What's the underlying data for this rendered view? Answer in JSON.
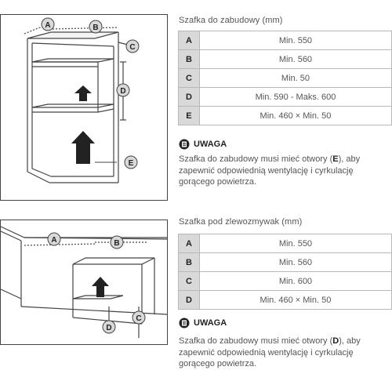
{
  "section1": {
    "caption": "Szafka do zabudowy (mm)",
    "diagram_labels": [
      "A",
      "B",
      "C",
      "D",
      "E"
    ],
    "rows": [
      {
        "key": "A",
        "value": "Min. 550"
      },
      {
        "key": "B",
        "value": "Min. 560"
      },
      {
        "key": "C",
        "value": "Min. 50"
      },
      {
        "key": "D",
        "value": "Min. 590 - Maks. 600"
      },
      {
        "key": "E",
        "value": "Min. 460 × Min. 50"
      }
    ],
    "note_title": "UWAGA",
    "note_before": "Szafka do zabudowy musi mieć otwory (",
    "note_key": "E",
    "note_after": "), aby zapewnić odpowiednią wentylację i cyrkulację gorącego powietrza."
  },
  "section2": {
    "caption": "Szafka pod zlewozmywak (mm)",
    "diagram_labels": [
      "A",
      "B",
      "C",
      "D"
    ],
    "rows": [
      {
        "key": "A",
        "value": "Min. 550"
      },
      {
        "key": "B",
        "value": "Min. 560"
      },
      {
        "key": "C",
        "value": "Min. 600"
      },
      {
        "key": "D",
        "value": "Min. 460 × Min. 50"
      }
    ],
    "note_title": "UWAGA",
    "note_before": "Szafka do zabudowy musi mieć otwory (",
    "note_key": "D",
    "note_after": "), aby zapewnić odpowiednią wentylację i cyrkulację gorącego powietrza."
  },
  "icons": {
    "note": "note-list-icon",
    "arrow": "airflow-arrow-icon"
  },
  "colors": {
    "border": "#444444",
    "label_bubble": "#d9d9d9",
    "table_key_bg": "#d9d9d9"
  }
}
